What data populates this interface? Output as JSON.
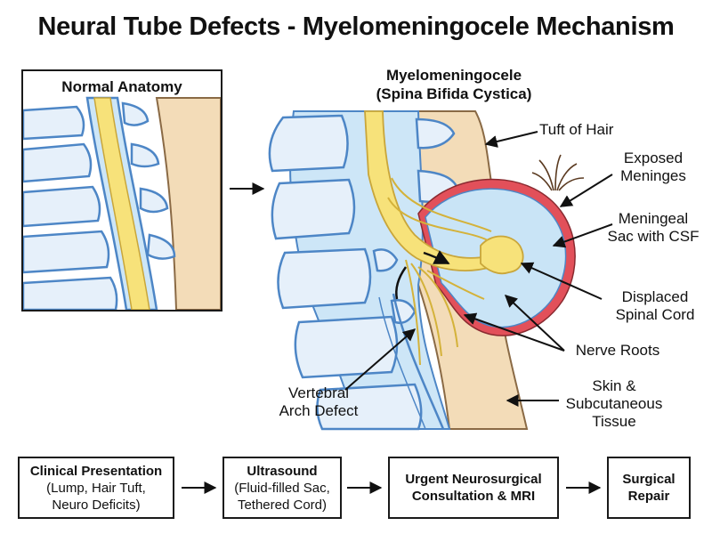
{
  "title": "Neural Tube Defects - Myelomeningocele Mechanism",
  "normal_panel": {
    "title": "Normal Anatomy"
  },
  "defect_panel": {
    "title": "Myelomeningocele\n(Spina Bifida Cystica)"
  },
  "labels": {
    "tuft_of_hair": "Tuft of Hair",
    "exposed_meninges": "Exposed\nMeninges",
    "meningeal_sac": "Meningeal\nSac with CSF",
    "displaced_cord": "Displaced\nSpinal Cord",
    "nerve_roots": "Nerve Roots",
    "skin": "Skin &\nSubcutaneous\nTissue",
    "vertebral_defect": "Vertebral\nArch Defect"
  },
  "flow": [
    {
      "title": "Clinical Presentation",
      "desc": "(Lump, Hair Tuft,\nNeuro Deficits)"
    },
    {
      "title": "Ultrasound",
      "desc": "(Fluid-filled Sac,\nTethered Cord)"
    },
    {
      "title": "Urgent Neurosurgical\nConsultation & MRI",
      "desc": ""
    },
    {
      "title": "Surgical\nRepair",
      "desc": ""
    }
  ],
  "colors": {
    "bone_fill": "#e6f0fa",
    "bone_stroke": "#4d86c6",
    "csf": "#cde6f7",
    "cord": "#f7e27a",
    "skin": "#f3dcb8",
    "meninges": "#e2505a",
    "sac": "#c9e4f6"
  }
}
